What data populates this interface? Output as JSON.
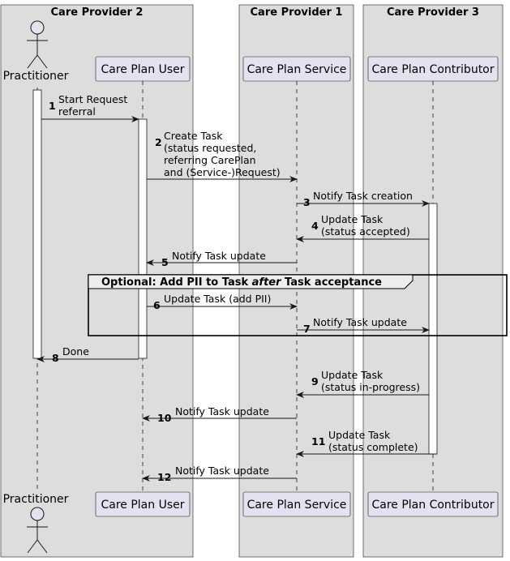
{
  "boxes": [
    {
      "id": "cp2",
      "title": "Care Provider 2"
    },
    {
      "id": "cp1",
      "title": "Care Provider 1"
    },
    {
      "id": "cp3",
      "title": "Care Provider 3"
    }
  ],
  "participants": [
    {
      "id": "practitioner",
      "label": "Practitioner",
      "kind": "actor"
    },
    {
      "id": "user",
      "label": "Care Plan User",
      "kind": "participant"
    },
    {
      "id": "service",
      "label": "Care Plan Service",
      "kind": "participant"
    },
    {
      "id": "contributor",
      "label": "Care Plan Contributor",
      "kind": "participant"
    }
  ],
  "messages": [
    {
      "num": "1",
      "from": "practitioner",
      "to": "user",
      "lines": [
        "Start Request",
        "referral"
      ]
    },
    {
      "num": "2",
      "from": "user",
      "to": "service",
      "lines": [
        "Create Task",
        "(status requested,",
        "referring CarePlan",
        "and (Service-)Request)"
      ]
    },
    {
      "num": "3",
      "from": "service",
      "to": "contributor",
      "lines": [
        "Notify Task creation"
      ]
    },
    {
      "num": "4",
      "from": "contributor",
      "to": "service",
      "lines": [
        "Update Task",
        "(status accepted)"
      ]
    },
    {
      "num": "5",
      "from": "service",
      "to": "user",
      "lines": [
        "Notify Task update"
      ]
    },
    {
      "num": "6",
      "from": "user",
      "to": "service",
      "lines": [
        "Update Task (add PII)"
      ]
    },
    {
      "num": "7",
      "from": "service",
      "to": "contributor",
      "lines": [
        "Notify Task update"
      ]
    },
    {
      "num": "8",
      "from": "user",
      "to": "practitioner",
      "lines": [
        "Done"
      ]
    },
    {
      "num": "9",
      "from": "contributor",
      "to": "service",
      "lines": [
        "Update Task",
        "(status in-progress)"
      ]
    },
    {
      "num": "10",
      "from": "service",
      "to": "user",
      "lines": [
        "Notify Task update"
      ]
    },
    {
      "num": "11",
      "from": "contributor",
      "to": "service",
      "lines": [
        "Update Task",
        "(status complete)"
      ]
    },
    {
      "num": "12",
      "from": "service",
      "to": "user",
      "lines": [
        "Notify Task update"
      ]
    }
  ],
  "group": {
    "label_prefix": "Optional: Add PII to Task ",
    "label_emphasis": "after",
    "label_suffix": " Task acceptance"
  },
  "colors": {
    "box_fill": "#dddddd",
    "participant_fill": "#e2e2f0",
    "participant_border": "#181818",
    "line": "#181818",
    "activation_fill": "#ffffff"
  }
}
